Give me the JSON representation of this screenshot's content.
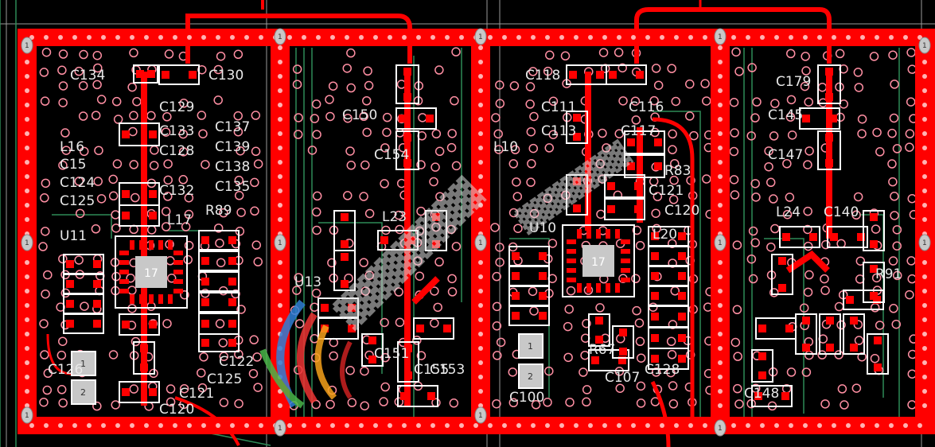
{
  "colors": {
    "background": "#000000",
    "copper_top": "#ff0000",
    "via_ring": "#ff8fa3",
    "outline": "#ffffff",
    "trace_green": "#2e8b57",
    "pad_grey": "#c8c8c8"
  },
  "ic_pad_label": "17",
  "plane_pin_label": "1",
  "designators": {
    "s1": [
      "C134",
      "C130",
      "C129",
      "C133",
      "C137",
      "C128",
      "C139",
      "C138",
      "C132",
      "C135",
      "L16",
      "C15",
      "C124",
      "C125",
      "L17",
      "R89",
      "U11",
      "C126",
      "C122",
      "C121",
      "C125B",
      "C120"
    ],
    "s2": [
      "L23",
      "C150",
      "C155",
      "C154",
      "C151",
      "U13",
      "C153"
    ],
    "s3": [
      "C118",
      "C111",
      "C116",
      "C117",
      "L10",
      "C113",
      "U10",
      "R83",
      "C121B",
      "C120B",
      "L20",
      "R67",
      "C128B",
      "C100",
      "C107"
    ],
    "s4": [
      "C179",
      "C145",
      "C147",
      "L24",
      "C140",
      "R91",
      "C148"
    ]
  },
  "plane_pins": [
    "1",
    "1",
    "1",
    "1",
    "1",
    "1",
    "1",
    "1",
    "1",
    "1",
    "1",
    "1",
    "1",
    "1"
  ],
  "side_pads": [
    "1",
    "2",
    "1",
    "2"
  ]
}
